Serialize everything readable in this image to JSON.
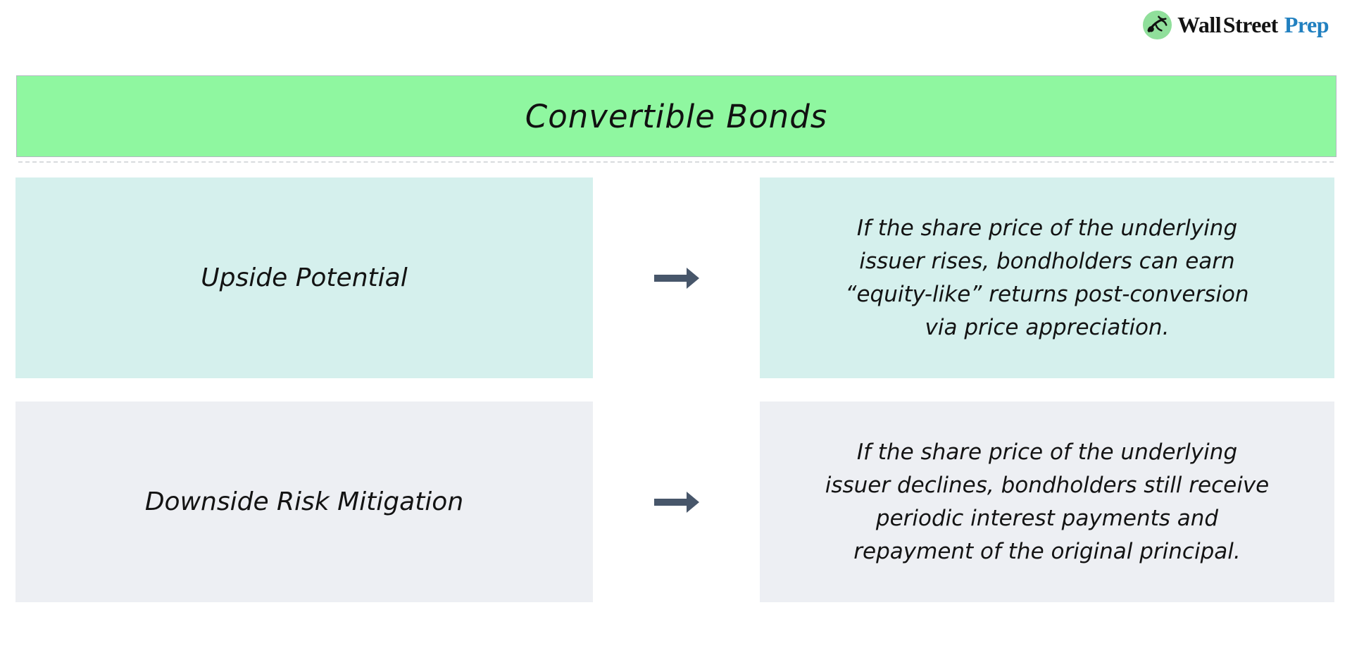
{
  "logo": {
    "name_black": "Wall Street",
    "name_blue": "Prep",
    "icon": "bull-in-green-circle-icon"
  },
  "title": "Convertible Bonds",
  "rows": [
    {
      "label": "Upside Potential",
      "description": "If the share price of the underlying\nissuer rises, bondholders can earn\n“equity-like” returns post-conversion\nvia price appreciation."
    },
    {
      "label": "Downside Risk Mitigation",
      "description": "If the share price of the underlying\nissuer declines, bondholders still receive\nperiodic interest payments and\nrepayment of the original principal."
    }
  ],
  "colors": {
    "title_banner_green": "#8ff7a0",
    "row1_background_teal": "#d5f0ed",
    "row2_background_gray": "#edeff3",
    "arrow_slate": "#47566a",
    "brand_blue": "#2180c0",
    "logo_circle_green": "#90df9b"
  }
}
